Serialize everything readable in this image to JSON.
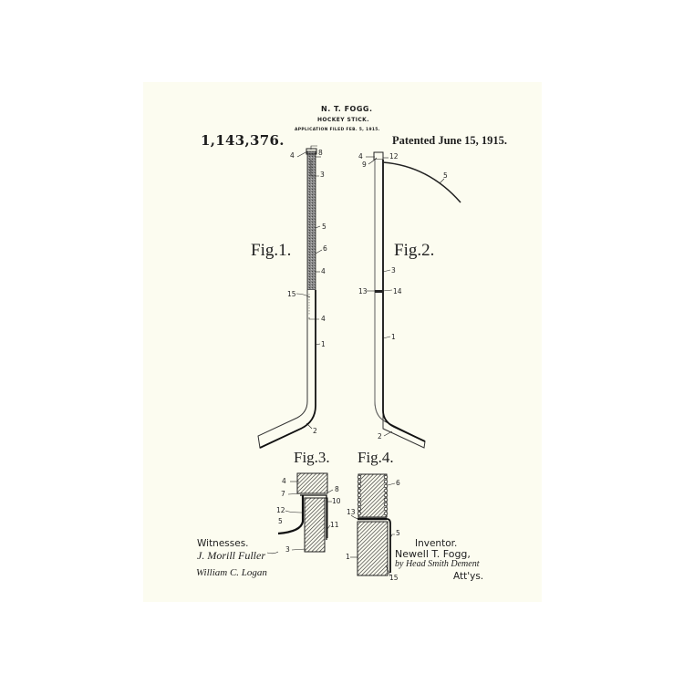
{
  "document": {
    "type": "patent-drawing",
    "header": {
      "inventor_short": "N. T. FOGG.",
      "title": "HOCKEY STICK.",
      "application_filed": "APPLICATION FILED FEB. 5, 1915.",
      "patent_number": "1,143,376.",
      "patented_date": "Patented June 15, 1915."
    },
    "figures": [
      {
        "id": "fig1",
        "label": "Fig.1.",
        "reference_numerals": [
          "3",
          "4",
          "8",
          "3",
          "5",
          "6",
          "4",
          "15",
          "4",
          "1",
          "2"
        ]
      },
      {
        "id": "fig2",
        "label": "Fig.2.",
        "reference_numerals": [
          "4",
          "12",
          "9",
          "5",
          "3",
          "13",
          "14",
          "1",
          "2"
        ]
      },
      {
        "id": "fig3",
        "label": "Fig.3.",
        "reference_numerals": [
          "4",
          "8",
          "7",
          "10",
          "12",
          "5",
          "11",
          "3"
        ]
      },
      {
        "id": "fig4",
        "label": "Fig.4.",
        "reference_numerals": [
          "6",
          "13",
          "5",
          "1",
          "15"
        ]
      }
    ],
    "witnesses": {
      "heading": "Witnesses.",
      "signatures": [
        "J. Morill Fuller",
        "William C. Logan"
      ]
    },
    "inventor": {
      "heading": "Inventor.",
      "name": "Newell T. Fogg,",
      "by_line": "by Head Smith Dement",
      "attorneys": "Att'ys."
    },
    "colors": {
      "page_background": "#ffffff",
      "paper": "#fcfcf0",
      "ink": "#1e1e1e"
    }
  }
}
